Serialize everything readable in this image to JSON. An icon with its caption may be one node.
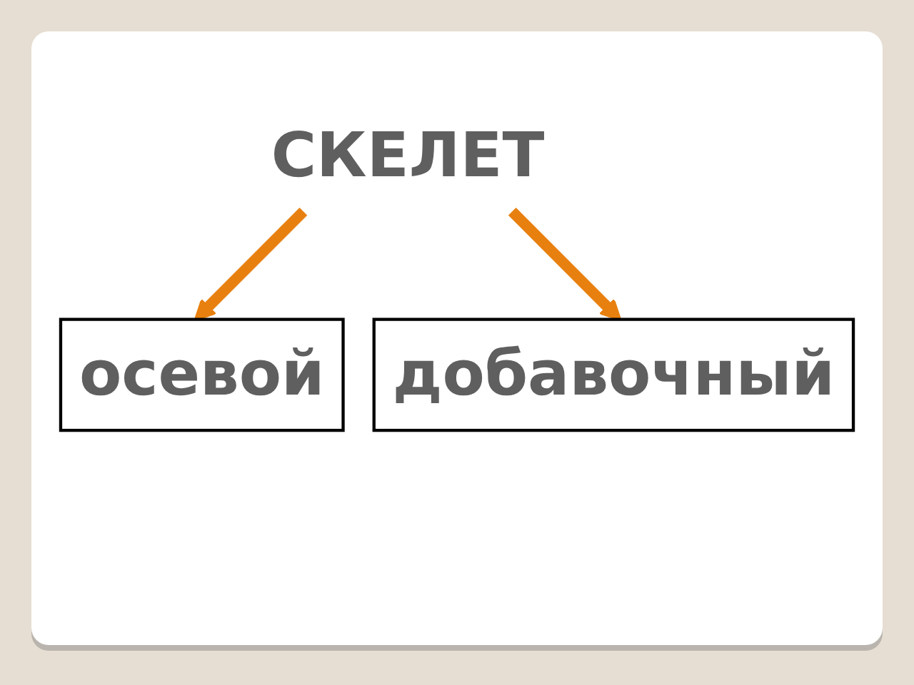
{
  "diagram": {
    "nodes": [
      {
        "text": [
          "СКЕЛЕТ"
        ]
      },
      {
        "text": [
          "осевой"
        ]
      },
      {
        "text": [
          "добавочный"
        ]
      }
    ],
    "edges": [
      {
        "from": 0,
        "to": 1,
        "arrow": "to"
      },
      {
        "from": 0,
        "to": 2,
        "arrow": "to"
      }
    ]
  }
}
